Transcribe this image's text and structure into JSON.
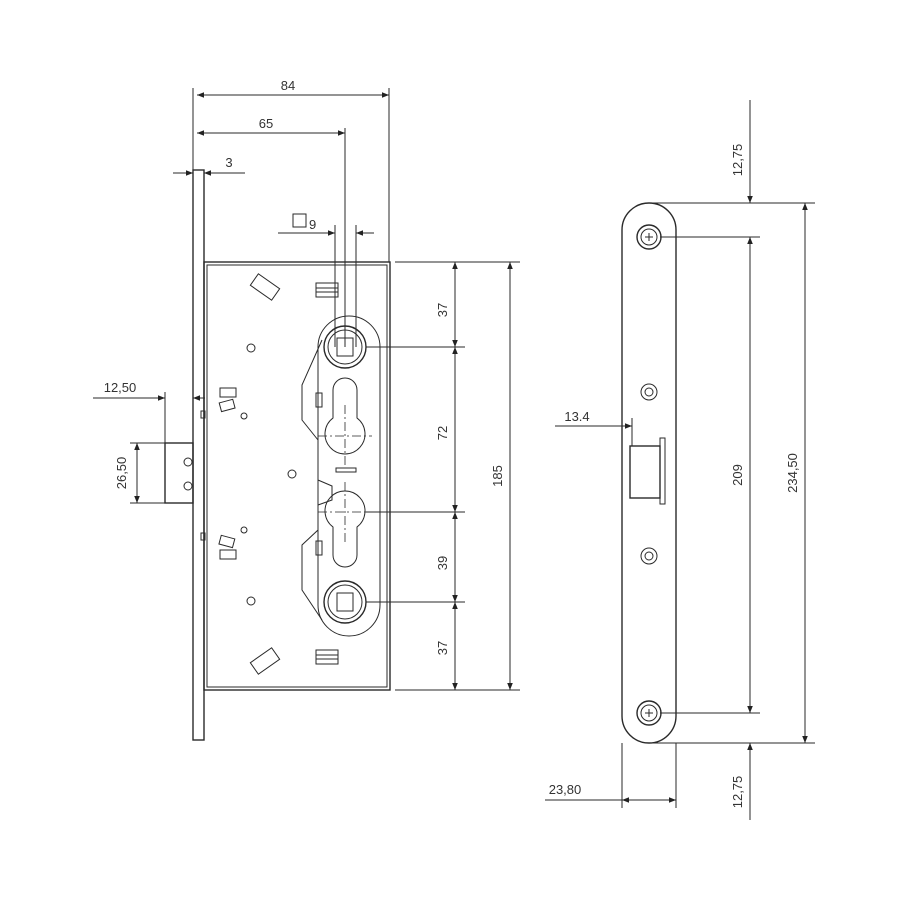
{
  "drawing": {
    "side_view": {
      "dim_width_total": "84",
      "dim_backset": "65",
      "dim_faceplate_thickness": "3",
      "dim_spindle_square": "9",
      "dim_latch_projection": "12,50",
      "dim_latch_height": "26,50",
      "dim_upper_follower_to_top": "37",
      "dim_follower_to_cylinder": "72",
      "dim_cylinder_to_follower": "39",
      "dim_lower_follower_to_bottom": "37",
      "dim_body_height": "185"
    },
    "front_view": {
      "dim_latch_offset": "13.4",
      "dim_top_margin": "12,75",
      "dim_screw_spacing": "209",
      "dim_bottom_margin": "12,75",
      "dim_faceplate_height": "234,50",
      "dim_faceplate_width": "23,80"
    }
  }
}
